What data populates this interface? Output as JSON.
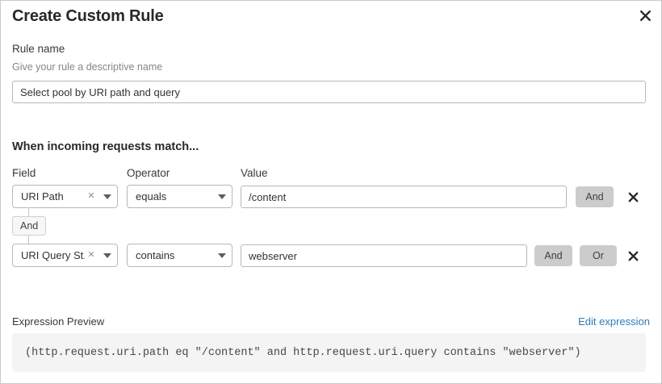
{
  "dialog": {
    "title": "Create Custom Rule",
    "close_icon": "close-icon"
  },
  "rule_name": {
    "label": "Rule name",
    "help": "Give your rule a descriptive name",
    "value": "Select pool by URI path and query",
    "placeholder": "Select pool by URI path and query"
  },
  "conditions_section": {
    "heading": "When incoming requests match...",
    "columns": {
      "field": "Field",
      "operator": "Operator",
      "value": "Value"
    },
    "connector": {
      "label": "And"
    },
    "rows": [
      {
        "field": "URI Path",
        "operator": "equals",
        "value": "/content",
        "value_placeholder": "/content",
        "and_label": "And",
        "or_label": "Or",
        "show_or": false
      },
      {
        "field": "URI Query St...",
        "operator": "contains",
        "value": "webserver",
        "value_placeholder": "webserver",
        "and_label": "And",
        "or_label": "Or",
        "show_or": true
      }
    ]
  },
  "expression_preview": {
    "label": "Expression Preview",
    "edit_link": "Edit expression",
    "expression": "(http.request.uri.path eq \"/content\" and http.request.uri.query contains \"webserver\")"
  },
  "colors": {
    "link": "#2c7cb8",
    "logic_button_bg": "#cccccc",
    "preview_bg": "#f4f4f4",
    "border": "#b4b9bd"
  }
}
